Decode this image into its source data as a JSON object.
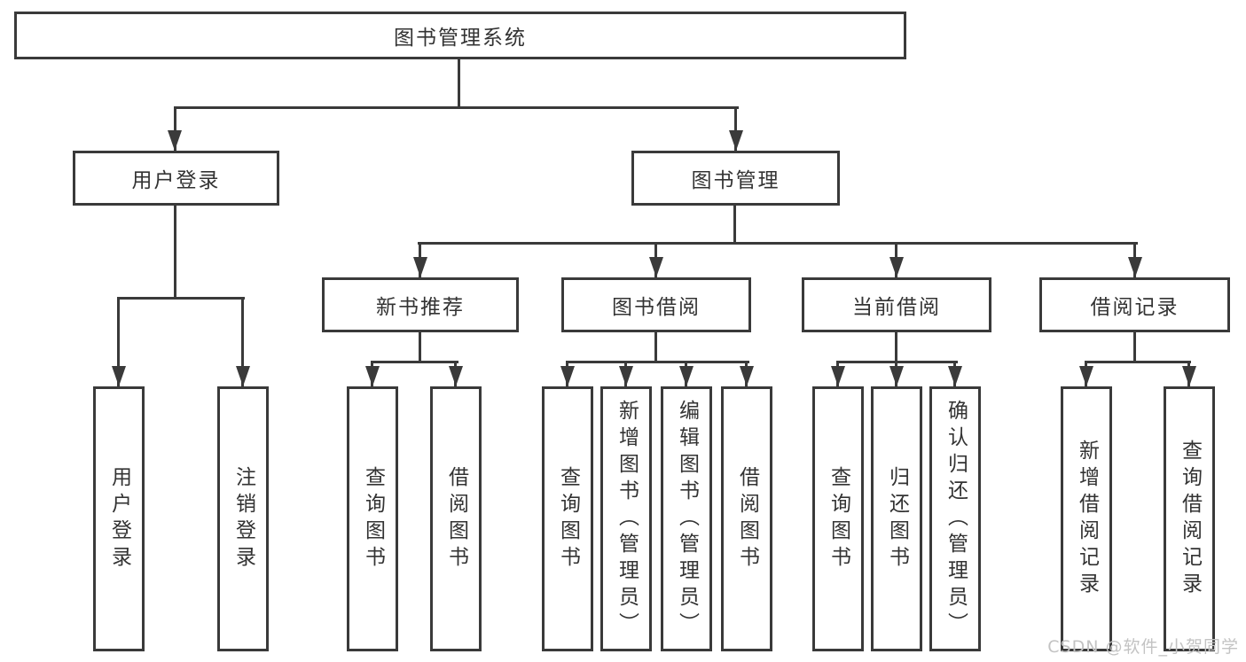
{
  "diagram": {
    "title": "图书管理系统",
    "nodes": {
      "root": "图书管理系统",
      "user_login": "用户登录",
      "book_mgmt": "图书管理",
      "new_book_rec": "新书推荐",
      "book_borrow": "图书借阅",
      "current_borrow": "当前借阅",
      "borrow_records": "借阅记录",
      "user_login_children": [
        "用户登录",
        "注销登录"
      ],
      "new_book_rec_children": [
        "查询图书",
        "借阅图书"
      ],
      "book_borrow_children": [
        "查询图书",
        "新增图书（管理员）",
        "编辑图书（管理员）",
        "借阅图书"
      ],
      "current_borrow_children": [
        "查询图书",
        "归还图书",
        "确认归还（管理员）"
      ],
      "borrow_records_children": [
        "新增借阅记录",
        "查询借阅记录"
      ]
    },
    "colors": {
      "line": "#3a3a3a",
      "text": "#333333",
      "background": "#ffffff",
      "watermark": "#c3c3c3"
    }
  },
  "watermark": "CSDN @软件_小贺同学"
}
